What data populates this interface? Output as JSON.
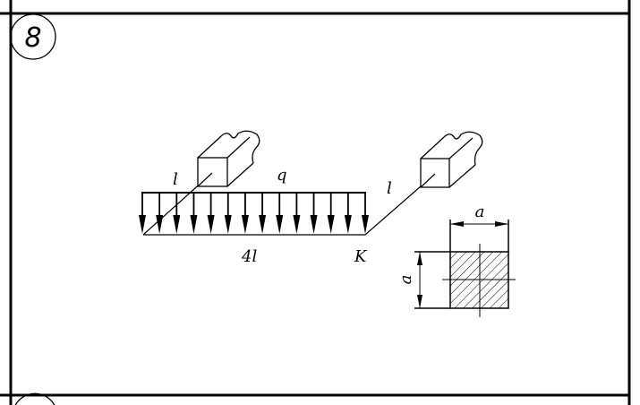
{
  "problem": {
    "number": "8",
    "next_number": ""
  },
  "labels": {
    "left_span": "l",
    "load": "q",
    "right_span": "l",
    "beam_length": "4l",
    "point": "K",
    "section_width": "a",
    "section_height": "a"
  },
  "load": {
    "arrow_count": 14
  },
  "colors": {
    "line": "#000000",
    "background": "#ffffff"
  }
}
